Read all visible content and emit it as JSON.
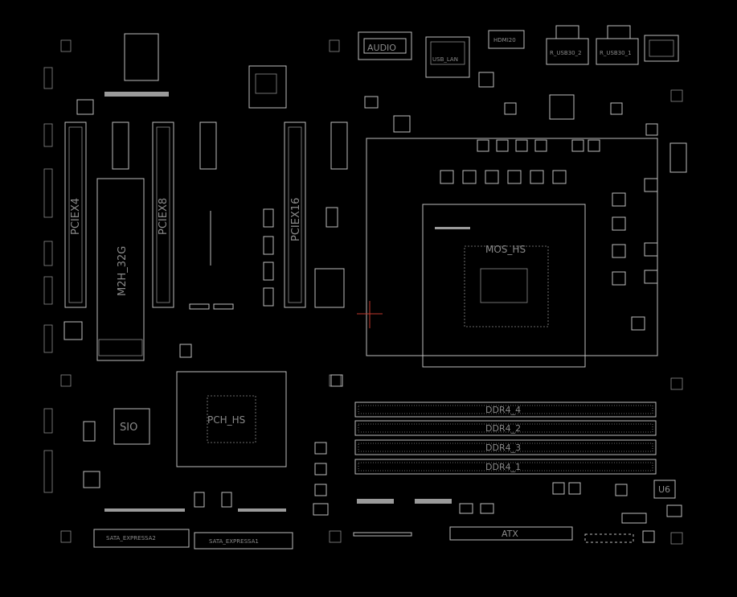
{
  "labels": {
    "audio": "AUDIO",
    "usb_lan": "USB_LAN",
    "hdmi": "HDMI20",
    "r_usb30_2": "R_USB30_2",
    "r_usb30_1": "R_USB30_1",
    "pciex4": "PCIEX4",
    "pciex8": "PCIEX8",
    "pciex16": "PCIEX16",
    "m2h": "M2H_32G",
    "mos_hs": "MOS_HS",
    "pch_hs": "PCH_HS",
    "sio": "SIO",
    "ddr4_4": "DDR4_4",
    "ddr4_2": "DDR4_2",
    "ddr4_3": "DDR4_3",
    "ddr4_1": "DDR4_1",
    "atx": "ATX",
    "u6": "U6",
    "sata_express2": "SATA_EXPRESSA2",
    "sata_express1": "SATA_EXPRESSA1"
  },
  "colors": {
    "background": "#000000",
    "outline": "#bdbdbd",
    "label": "#8a8a8a",
    "marker": "#c0392b"
  }
}
